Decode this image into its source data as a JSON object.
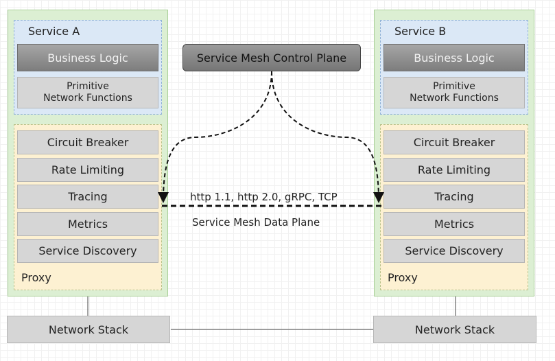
{
  "service_a": {
    "title": "Service A",
    "business_logic": "Business Logic",
    "primitive_line1": "Primitive",
    "primitive_line2": "Network Functions",
    "proxy_items": [
      "Circuit Breaker",
      "Rate Limiting",
      "Tracing",
      "Metrics",
      "Service Discovery"
    ],
    "proxy_label": "Proxy"
  },
  "service_b": {
    "title": "Service B",
    "business_logic": "Business Logic",
    "primitive_line1": "Primitive",
    "primitive_line2": "Network Functions",
    "proxy_items": [
      "Circuit Breaker",
      "Rate Limiting",
      "Tracing",
      "Metrics",
      "Service Discovery"
    ],
    "proxy_label": "Proxy"
  },
  "control_plane": {
    "label": "Service Mesh Control Plane"
  },
  "data_plane": {
    "protocols": "http 1.1, http 2.0, gRPC, TCP",
    "label": "Service Mesh Data Plane"
  },
  "network_stack": {
    "left_label": "Network Stack",
    "right_label": "Network Stack"
  },
  "colors": {
    "service_bg": "#dcefd3",
    "inner_bg": "#dbe8f6",
    "proxy_bg": "#fdf1d2",
    "box_gray": "#d6d6d6",
    "dark_gray": "#7d7d7d"
  }
}
